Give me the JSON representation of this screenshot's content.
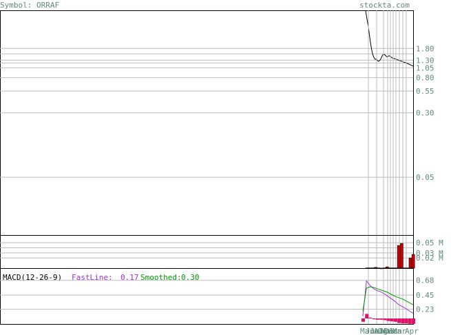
{
  "header": {
    "symbol_label": "Symbol: ORRAF",
    "site": "stockta.com"
  },
  "colors": {
    "frame": "#000000",
    "grid": "#bbbbbb",
    "axis_text": "#5e8a7e",
    "price_line": "#000000",
    "volume_bar": "#cc0000",
    "fast_line": "#9933cc",
    "smoothed_line": "#009900",
    "histogram": "#e0106a"
  },
  "chart_data": [
    {
      "type": "line",
      "name": "price",
      "scale": "log",
      "yticks": [
        1.8,
        1.3,
        1.05,
        0.8,
        0.55,
        0.3,
        0.05
      ],
      "ytick_labels": [
        "1.80",
        "1.30",
        "1.05",
        "0.80",
        "0.55",
        "0.30",
        "0.05"
      ],
      "extra_gridlines": [
        1.55,
        1.2
      ],
      "ylim": [
        0.01,
        5.2
      ],
      "x": [
        0,
        1,
        2,
        3,
        4,
        5,
        6,
        7,
        8,
        9,
        10,
        11,
        12,
        13,
        14,
        15,
        16,
        17,
        18,
        19,
        20,
        21,
        22,
        23,
        24,
        25,
        26,
        27,
        28,
        29,
        30,
        31,
        32,
        33,
        34,
        35,
        36,
        37,
        38,
        39,
        40,
        41,
        42,
        43,
        44,
        45,
        46,
        47,
        48,
        49,
        50,
        51,
        52,
        53,
        54,
        55,
        56,
        57,
        58,
        59,
        60,
        61,
        62,
        63,
        64,
        65,
        66,
        67,
        68,
        69,
        70,
        71
      ],
      "values": [
        5.2,
        4.6,
        4.1,
        3.7,
        3.3,
        2.9,
        2.5,
        2.2,
        1.95,
        1.75,
        1.6,
        1.5,
        1.42,
        1.37,
        1.34,
        1.33,
        1.34,
        1.31,
        1.28,
        1.26,
        1.27,
        1.29,
        1.32,
        1.36,
        1.42,
        1.48,
        1.52,
        1.53,
        1.52,
        1.5,
        1.47,
        1.44,
        1.42,
        1.43,
        1.45,
        1.47,
        1.46,
        1.44,
        1.42,
        1.4,
        1.38,
        1.37,
        1.36,
        1.36,
        1.35,
        1.34,
        1.33,
        1.32,
        1.31,
        1.3,
        1.29,
        1.28,
        1.28,
        1.27,
        1.26,
        1.25,
        1.24,
        1.23,
        1.22,
        1.22,
        1.21,
        1.2,
        1.19,
        1.18,
        1.17,
        1.16,
        1.15,
        1.14,
        1.13,
        1.12,
        1.11,
        1.1
      ]
    },
    {
      "type": "bar",
      "name": "volume",
      "yticks": [
        0.05,
        0.03,
        0.02
      ],
      "ytick_labels": [
        "0.05 M",
        "0.03 M",
        "0.02 M"
      ],
      "extra_gridlines": [
        0.04
      ],
      "ylim": [
        0,
        0.065
      ],
      "x": [
        0,
        1,
        2,
        3,
        4,
        5,
        6,
        7,
        8,
        9,
        10,
        11,
        12,
        13,
        14,
        15,
        16
      ],
      "values": [
        0.0005,
        0.0005,
        0.0005,
        0.0015,
        0.0005,
        0.0001,
        0.0005,
        0.0025,
        0.0005,
        0.0005,
        0.0005,
        0.0445,
        0.0485,
        0.0005,
        0.0005,
        0.02,
        0.027
      ]
    },
    {
      "type": "line",
      "name": "macd",
      "title": "MACD(12-26-9)",
      "fastline_label": "FastLine:",
      "fastline_value": "0.17",
      "smoothed_label": "Smoothed:",
      "smoothed_value": "0.30",
      "yticks": [
        0.68,
        0.45,
        0.23
      ],
      "ytick_labels": [
        "0.68",
        "0.45",
        "0.23"
      ],
      "ylim": [
        0.0,
        0.87
      ],
      "x": [
        0,
        5,
        10,
        15,
        20,
        25,
        30,
        35,
        40,
        45,
        50,
        55,
        60,
        65,
        70
      ],
      "fast": [
        0.12,
        0.67,
        0.6,
        0.55,
        0.52,
        0.5,
        0.47,
        0.43,
        0.39,
        0.35,
        0.3,
        0.27,
        0.24,
        0.2,
        0.17
      ],
      "smoothed": [
        0.2,
        0.56,
        0.58,
        0.57,
        0.55,
        0.53,
        0.51,
        0.49,
        0.46,
        0.43,
        0.41,
        0.39,
        0.36,
        0.33,
        0.3
      ],
      "histogram": [
        -0.08,
        0.11,
        0.02,
        -0.02,
        -0.03,
        -0.03,
        -0.04,
        -0.06,
        -0.07,
        -0.08,
        -0.11,
        -0.12,
        -0.12,
        -0.13,
        -0.13
      ]
    }
  ],
  "xaxis": {
    "labels": [
      "Mar",
      "Jun",
      "Jul",
      "Aug",
      "Oct",
      "Nov",
      "Dec",
      "Jan",
      "Mar",
      "Apr"
    ]
  }
}
